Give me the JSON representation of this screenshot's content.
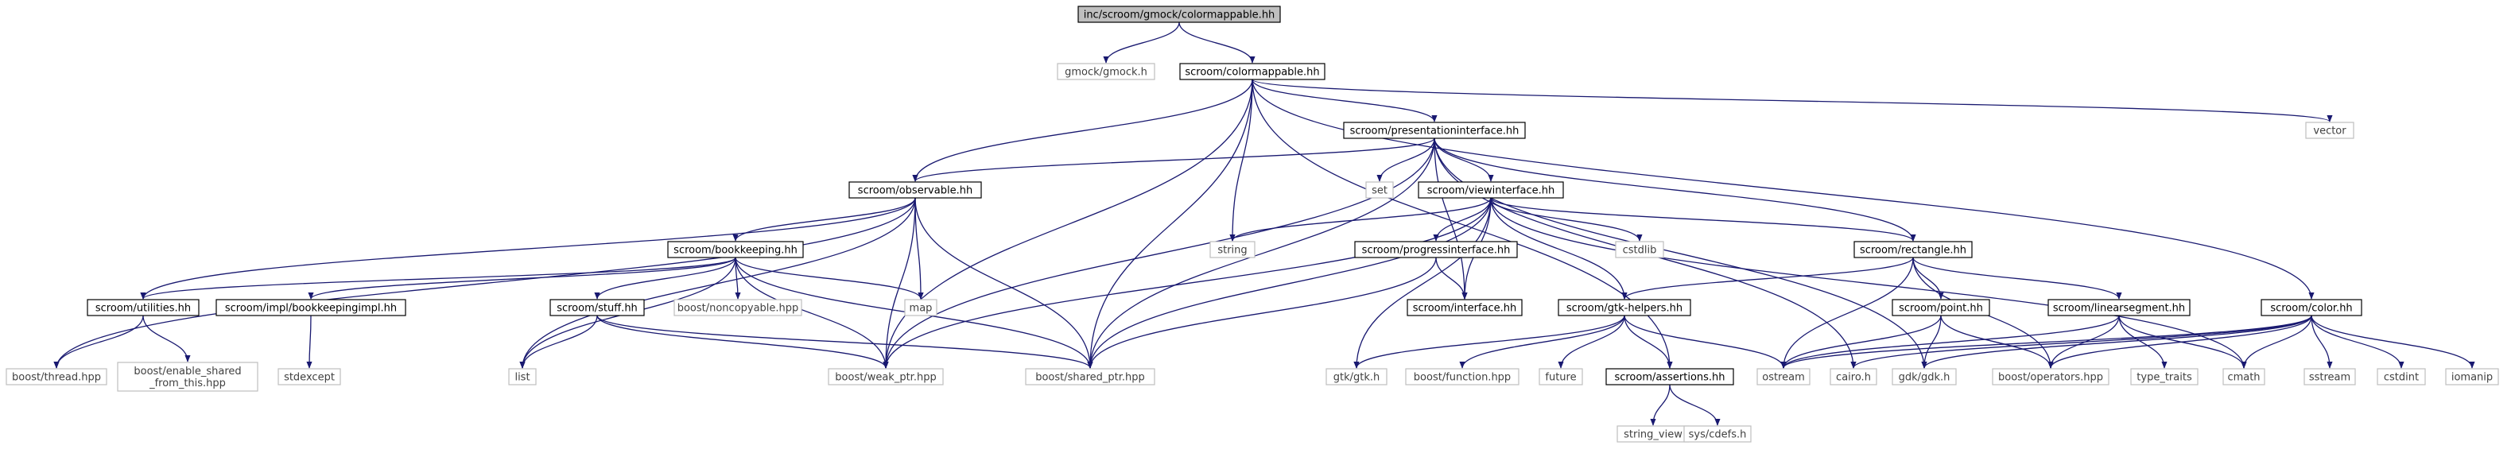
{
  "colors": {
    "edge": "#191970",
    "box_linked": "#000000",
    "box_system": "#bfbfbf",
    "box_root_fill": "#bfbfbf",
    "text_linked": "#000000",
    "text_system": "#404040"
  },
  "nodes": [
    {
      "id": "root",
      "label": "inc/scroom/gmock/colormappable.hh",
      "kind": "root"
    },
    {
      "id": "gmock",
      "label": "gmock/gmock.h",
      "kind": "system"
    },
    {
      "id": "colormappable",
      "label": "scroom/colormappable.hh",
      "kind": "linked"
    },
    {
      "id": "presentationinterface",
      "label": "scroom/presentationinterface.hh",
      "kind": "linked"
    },
    {
      "id": "vector",
      "label": "vector",
      "kind": "system"
    },
    {
      "id": "observable",
      "label": "scroom/observable.hh",
      "kind": "linked"
    },
    {
      "id": "set",
      "label": "set",
      "kind": "system"
    },
    {
      "id": "viewinterface",
      "label": "scroom/viewinterface.hh",
      "kind": "linked"
    },
    {
      "id": "string",
      "label": "string",
      "kind": "system"
    },
    {
      "id": "cstdlib",
      "label": "cstdlib",
      "kind": "system"
    },
    {
      "id": "bookkeeping",
      "label": "scroom/bookkeeping.hh",
      "kind": "linked"
    },
    {
      "id": "progressinterface",
      "label": "scroom/progressinterface.hh",
      "kind": "linked"
    },
    {
      "id": "rectangle",
      "label": "scroom/rectangle.hh",
      "kind": "linked"
    },
    {
      "id": "utilities",
      "label": "scroom/utilities.hh",
      "kind": "linked"
    },
    {
      "id": "bookkeepingimpl",
      "label": "scroom/impl/bookkeepingimpl.hh",
      "kind": "linked"
    },
    {
      "id": "noncopyable",
      "label": "boost/noncopyable.hpp",
      "kind": "system"
    },
    {
      "id": "map",
      "label": "map",
      "kind": "system"
    },
    {
      "id": "stuff",
      "label": "scroom/stuff.hh",
      "kind": "linked"
    },
    {
      "id": "interface",
      "label": "scroom/interface.hh",
      "kind": "linked"
    },
    {
      "id": "gtkhelpers",
      "label": "scroom/gtk-helpers.hh",
      "kind": "linked"
    },
    {
      "id": "point",
      "label": "scroom/point.hh",
      "kind": "linked"
    },
    {
      "id": "linearsegment",
      "label": "scroom/linearsegment.hh",
      "kind": "linked"
    },
    {
      "id": "color",
      "label": "scroom/color.hh",
      "kind": "linked"
    },
    {
      "id": "thread",
      "label": "boost/thread.hpp",
      "kind": "system"
    },
    {
      "id": "enable_shared",
      "label": "boost/enable_shared\n_from_this.hpp",
      "kind": "system"
    },
    {
      "id": "stdexcept",
      "label": "stdexcept",
      "kind": "system"
    },
    {
      "id": "list",
      "label": "list",
      "kind": "system"
    },
    {
      "id": "weak_ptr",
      "label": "boost/weak_ptr.hpp",
      "kind": "system"
    },
    {
      "id": "shared_ptr",
      "label": "boost/shared_ptr.hpp",
      "kind": "system"
    },
    {
      "id": "gtk",
      "label": "gtk/gtk.h",
      "kind": "system"
    },
    {
      "id": "function",
      "label": "boost/function.hpp",
      "kind": "system"
    },
    {
      "id": "future",
      "label": "future",
      "kind": "system"
    },
    {
      "id": "assertions",
      "label": "scroom/assertions.hh",
      "kind": "linked"
    },
    {
      "id": "ostream",
      "label": "ostream",
      "kind": "system"
    },
    {
      "id": "cairo",
      "label": "cairo.h",
      "kind": "system"
    },
    {
      "id": "gdk",
      "label": "gdk/gdk.h",
      "kind": "system"
    },
    {
      "id": "operators",
      "label": "boost/operators.hpp",
      "kind": "system"
    },
    {
      "id": "type_traits",
      "label": "type_traits",
      "kind": "system"
    },
    {
      "id": "cmath",
      "label": "cmath",
      "kind": "system"
    },
    {
      "id": "sstream",
      "label": "sstream",
      "kind": "system"
    },
    {
      "id": "cstdint",
      "label": "cstdint",
      "kind": "system"
    },
    {
      "id": "iomanip",
      "label": "iomanip",
      "kind": "system"
    },
    {
      "id": "string_view",
      "label": "string_view",
      "kind": "system"
    },
    {
      "id": "cdefs",
      "label": "sys/cdefs.h",
      "kind": "system"
    }
  ],
  "edges": [
    [
      "root",
      "gmock"
    ],
    [
      "root",
      "colormappable"
    ],
    [
      "colormappable",
      "presentationinterface"
    ],
    [
      "colormappable",
      "vector"
    ],
    [
      "colormappable",
      "observable"
    ],
    [
      "colormappable",
      "string"
    ],
    [
      "colormappable",
      "shared_ptr"
    ],
    [
      "colormappable",
      "weak_ptr"
    ],
    [
      "colormappable",
      "assertions"
    ],
    [
      "colormappable",
      "color"
    ],
    [
      "presentationinterface",
      "observable"
    ],
    [
      "presentationinterface",
      "set"
    ],
    [
      "presentationinterface",
      "viewinterface"
    ],
    [
      "presentationinterface",
      "rectangle"
    ],
    [
      "presentationinterface",
      "interface"
    ],
    [
      "presentationinterface",
      "shared_ptr"
    ],
    [
      "presentationinterface",
      "weak_ptr"
    ],
    [
      "presentationinterface",
      "gdk"
    ],
    [
      "presentationinterface",
      "cairo"
    ],
    [
      "observable",
      "bookkeeping"
    ],
    [
      "observable",
      "utilities"
    ],
    [
      "observable",
      "map"
    ],
    [
      "observable",
      "list"
    ],
    [
      "observable",
      "weak_ptr"
    ],
    [
      "observable",
      "shared_ptr"
    ],
    [
      "observable",
      "thread"
    ],
    [
      "viewinterface",
      "string"
    ],
    [
      "viewinterface",
      "cstdlib"
    ],
    [
      "viewinterface",
      "progressinterface"
    ],
    [
      "viewinterface",
      "rectangle"
    ],
    [
      "viewinterface",
      "interface"
    ],
    [
      "viewinterface",
      "gtkhelpers"
    ],
    [
      "viewinterface",
      "gtk"
    ],
    [
      "viewinterface",
      "shared_ptr"
    ],
    [
      "viewinterface",
      "weak_ptr"
    ],
    [
      "viewinterface",
      "cmath"
    ],
    [
      "bookkeeping",
      "utilities"
    ],
    [
      "bookkeeping",
      "bookkeepingimpl"
    ],
    [
      "bookkeeping",
      "noncopyable"
    ],
    [
      "bookkeeping",
      "map"
    ],
    [
      "bookkeeping",
      "stuff"
    ],
    [
      "bookkeeping",
      "list"
    ],
    [
      "bookkeeping",
      "weak_ptr"
    ],
    [
      "bookkeeping",
      "shared_ptr"
    ],
    [
      "progressinterface",
      "interface"
    ],
    [
      "progressinterface",
      "shared_ptr"
    ],
    [
      "rectangle",
      "gtkhelpers"
    ],
    [
      "rectangle",
      "point"
    ],
    [
      "rectangle",
      "linearsegment"
    ],
    [
      "rectangle",
      "ostream"
    ],
    [
      "rectangle",
      "operators"
    ],
    [
      "utilities",
      "thread"
    ],
    [
      "utilities",
      "enable_shared"
    ],
    [
      "bookkeepingimpl",
      "stdexcept"
    ],
    [
      "stuff",
      "list"
    ],
    [
      "stuff",
      "weak_ptr"
    ],
    [
      "stuff",
      "shared_ptr"
    ],
    [
      "gtkhelpers",
      "gtk"
    ],
    [
      "gtkhelpers",
      "function"
    ],
    [
      "gtkhelpers",
      "future"
    ],
    [
      "gtkhelpers",
      "assertions"
    ],
    [
      "gtkhelpers",
      "ostream"
    ],
    [
      "point",
      "ostream"
    ],
    [
      "point",
      "gdk"
    ],
    [
      "point",
      "operators"
    ],
    [
      "linearsegment",
      "operators"
    ],
    [
      "linearsegment",
      "type_traits"
    ],
    [
      "linearsegment",
      "cmath"
    ],
    [
      "linearsegment",
      "ostream"
    ],
    [
      "color",
      "cairo"
    ],
    [
      "color",
      "gdk"
    ],
    [
      "color",
      "operators"
    ],
    [
      "color",
      "cmath"
    ],
    [
      "color",
      "sstream"
    ],
    [
      "color",
      "cstdint"
    ],
    [
      "color",
      "iomanip"
    ],
    [
      "color",
      "ostream"
    ],
    [
      "assertions",
      "string_view"
    ],
    [
      "assertions",
      "cdefs"
    ]
  ]
}
